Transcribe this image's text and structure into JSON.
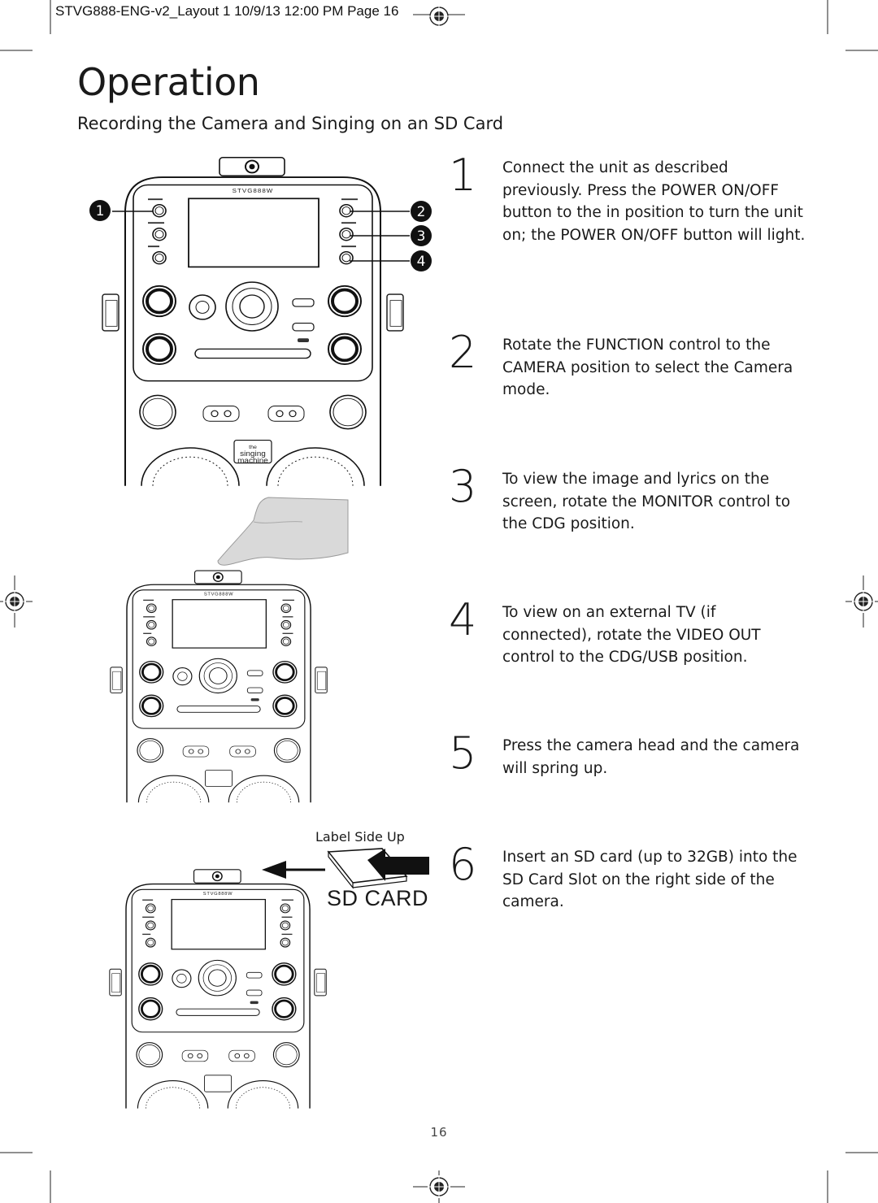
{
  "header": {
    "slug": "STVG888-ENG-v2_Layout 1  10/9/13  12:00 PM  Page 16"
  },
  "page": {
    "title": "Operation",
    "section_title": "Recording the Camera and Singing on an SD Card",
    "page_number": "16"
  },
  "diagram": {
    "model_label": "STVG888W",
    "brand_the": "the",
    "brand_line1": "singing",
    "brand_line2": "machine",
    "callouts": [
      "1",
      "2",
      "3",
      "4"
    ],
    "label_side_up": "Label Side Up",
    "sd_card": "SD CARD"
  },
  "steps": [
    {
      "num": "1",
      "text": "Connect the unit as described previously. Press the POWER ON/OFF button to the in position to turn the unit on; the POWER ON/OFF button will light."
    },
    {
      "num": "2",
      "text": "Rotate the FUNCTION control to the CAMERA position to select the Camera mode."
    },
    {
      "num": "3",
      "text": "To view the image and lyrics on the screen, rotate the MONITOR control to the CDG position."
    },
    {
      "num": "4",
      "text": "To view on an external TV (if connected), rotate the VIDEO OUT control to the CDG/USB position."
    },
    {
      "num": "5",
      "text": "Press the camera head and the camera will spring up."
    },
    {
      "num": "6",
      "text": "Insert an SD card (up to 32GB) into the SD Card Slot on the right side of the camera."
    }
  ]
}
